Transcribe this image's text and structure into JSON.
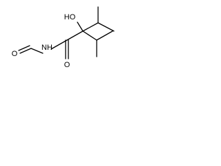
{
  "molecule": {
    "atoms": {
      "aldehyde_oxygen": "O",
      "amide_nitrogen": "NH",
      "hydroxyl_group": "HO",
      "carbonyl_oxygen": "O"
    },
    "colors": {
      "bond": "#000000",
      "label": "#000000",
      "background": "#ffffff"
    }
  }
}
